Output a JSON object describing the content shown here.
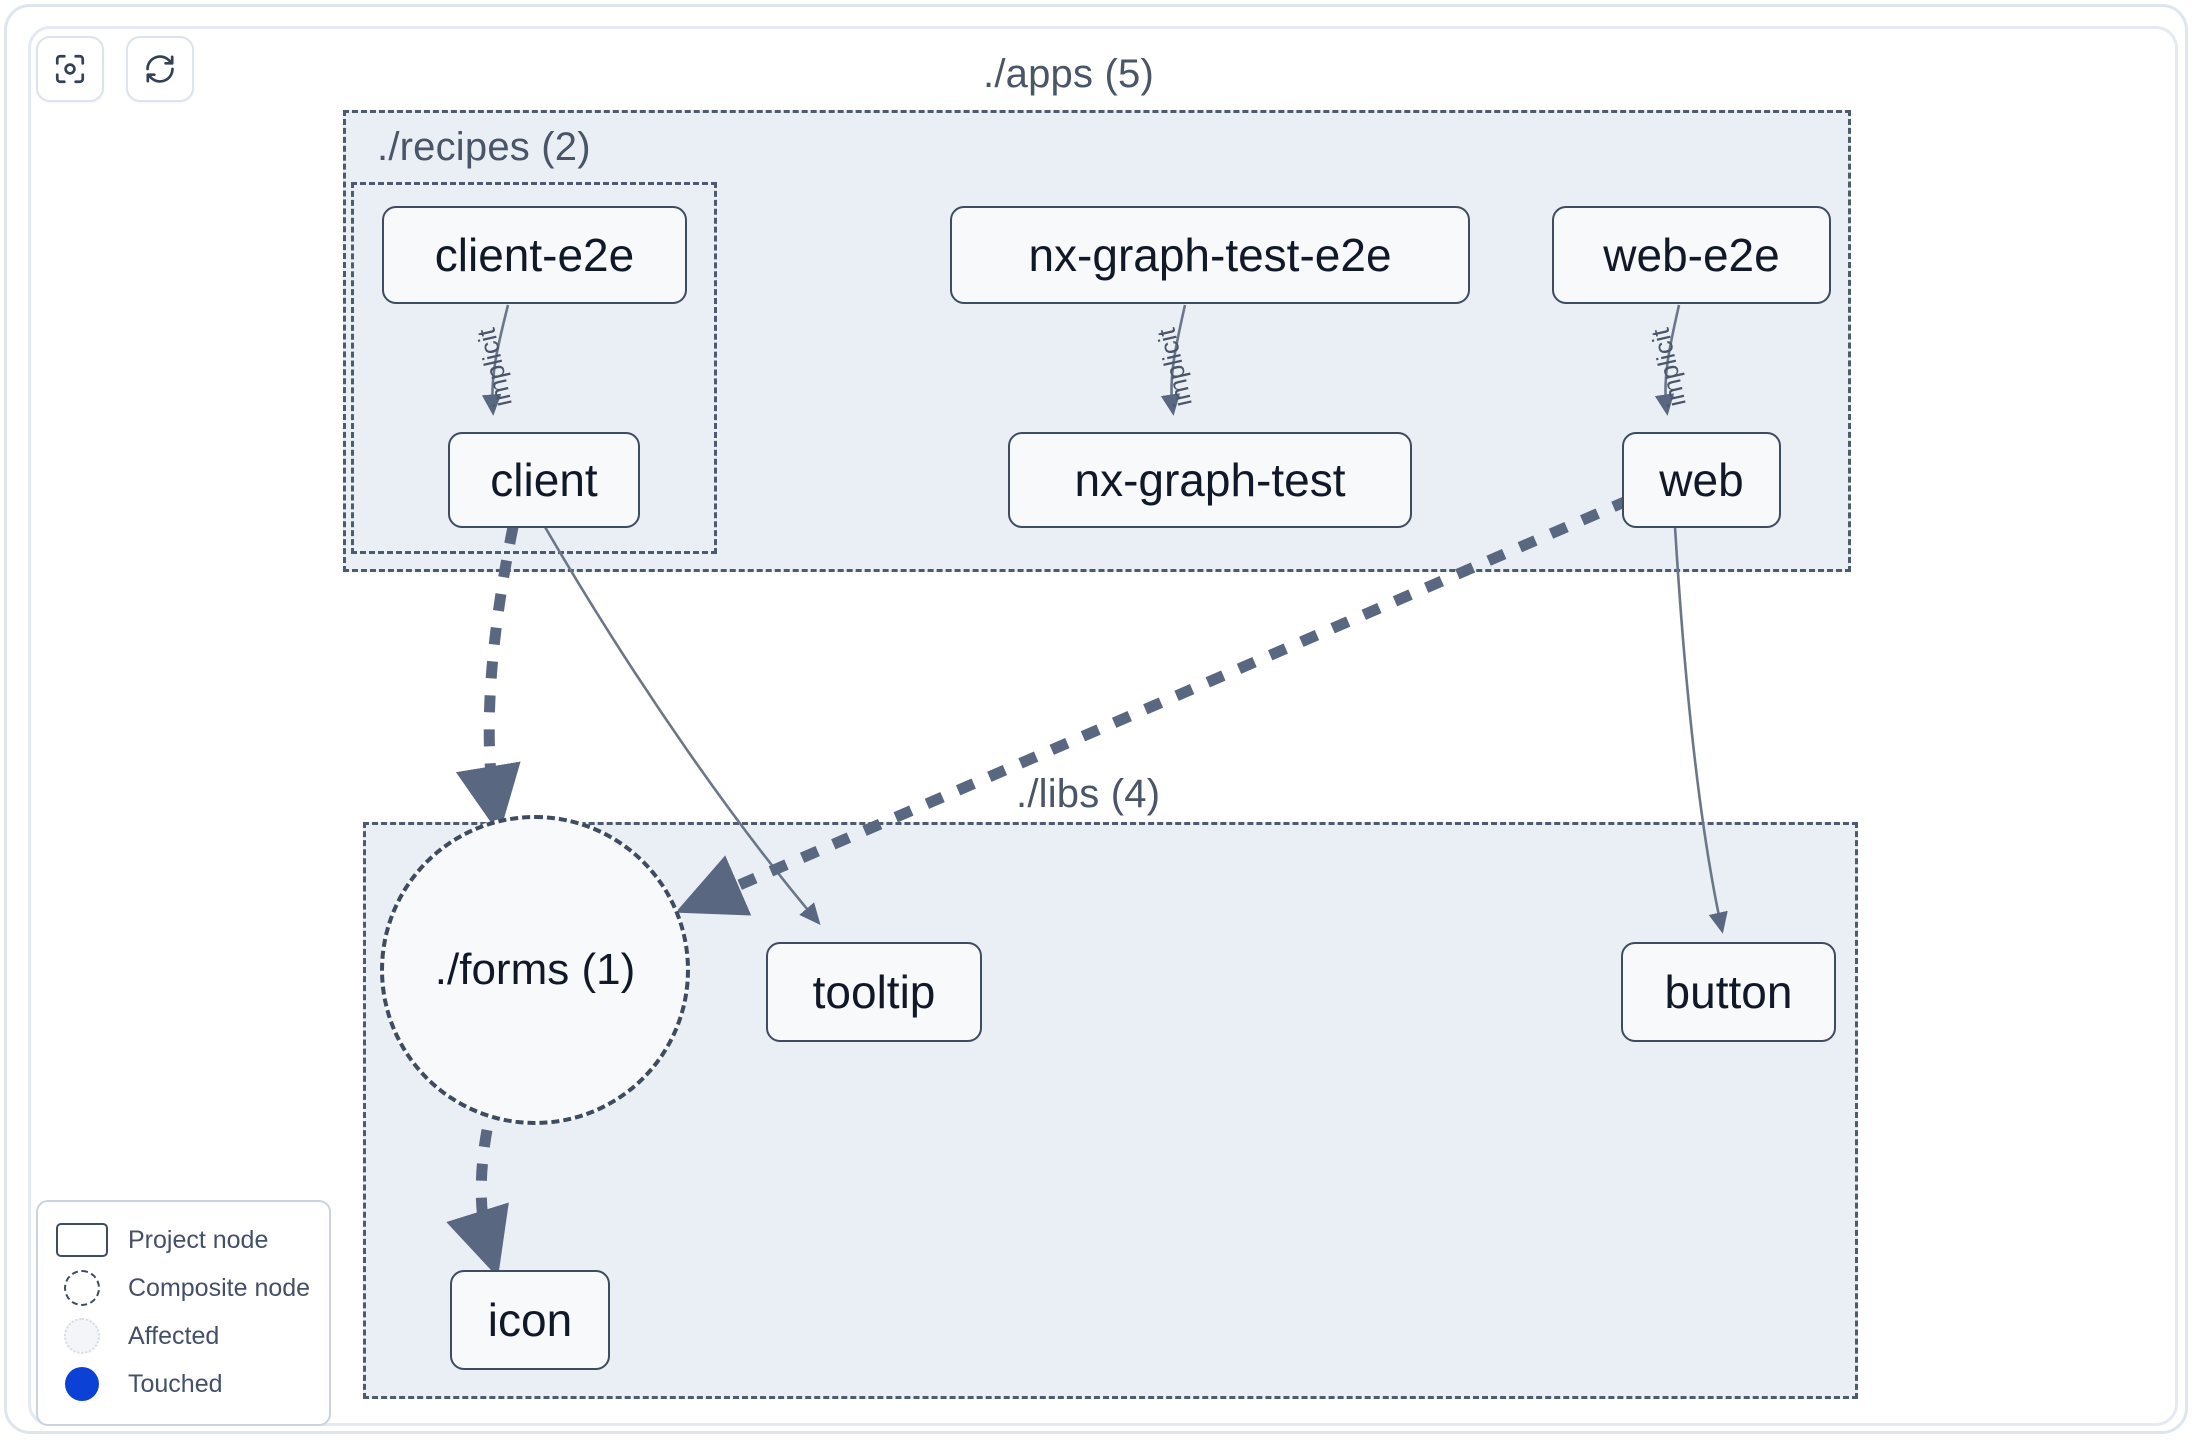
{
  "toolbar": {
    "buttons": [
      {
        "name": "focus-graph-button",
        "icon": "focus-target-icon",
        "title": "Focus graph"
      },
      {
        "name": "refresh-graph-button",
        "icon": "refresh-icon",
        "title": "Refresh graph"
      }
    ]
  },
  "graph": {
    "groups": [
      {
        "id": "apps",
        "label": "./apps (5)"
      },
      {
        "id": "recipes",
        "label": "./recipes (2)"
      },
      {
        "id": "libs",
        "label": "./libs (4)"
      }
    ],
    "nodes": [
      {
        "id": "client-e2e",
        "label": "client-e2e",
        "type": "project",
        "group": "recipes"
      },
      {
        "id": "client",
        "label": "client",
        "type": "project",
        "group": "recipes"
      },
      {
        "id": "nx-graph-test-e2e",
        "label": "nx-graph-test-e2e",
        "type": "project",
        "group": "apps"
      },
      {
        "id": "nx-graph-test",
        "label": "nx-graph-test",
        "type": "project",
        "group": "apps"
      },
      {
        "id": "web-e2e",
        "label": "web-e2e",
        "type": "project",
        "group": "apps"
      },
      {
        "id": "web",
        "label": "web",
        "type": "project",
        "group": "apps"
      },
      {
        "id": "forms",
        "label": "./forms (1)",
        "type": "composite",
        "group": "libs"
      },
      {
        "id": "tooltip",
        "label": "tooltip",
        "type": "project",
        "group": "libs"
      },
      {
        "id": "button",
        "label": "button",
        "type": "project",
        "group": "libs"
      },
      {
        "id": "icon",
        "label": "icon",
        "type": "project",
        "group": "libs"
      }
    ],
    "edges": [
      {
        "from": "client-e2e",
        "to": "client",
        "label": "implicit",
        "style": "solid"
      },
      {
        "from": "nx-graph-test-e2e",
        "to": "nx-graph-test",
        "label": "implicit",
        "style": "solid"
      },
      {
        "from": "web-e2e",
        "to": "web",
        "label": "implicit",
        "style": "solid"
      },
      {
        "from": "client",
        "to": "forms",
        "label": "",
        "style": "dashed-thick"
      },
      {
        "from": "client",
        "to": "tooltip",
        "label": "",
        "style": "solid"
      },
      {
        "from": "web",
        "to": "forms",
        "label": "",
        "style": "dashed-thick"
      },
      {
        "from": "web",
        "to": "button",
        "label": "",
        "style": "solid"
      },
      {
        "from": "forms",
        "to": "icon",
        "label": "",
        "style": "dashed-thick"
      }
    ]
  },
  "legend": {
    "items": [
      {
        "label": "Project node",
        "swatch": "project-node-swatch"
      },
      {
        "label": "Composite node",
        "swatch": "composite-node-swatch"
      },
      {
        "label": "Affected",
        "swatch": "affected-swatch"
      },
      {
        "label": "Touched",
        "swatch": "touched-swatch"
      }
    ]
  },
  "colors": {
    "node_border": "#3f4b5e",
    "node_fill": "#f7f9fb",
    "group_fill": "#eaeff5",
    "group_border": "#4e5a6e",
    "edge": "#5a6781",
    "touched": "#0b41d4",
    "text": "#111827",
    "muted_text": "#4a5568",
    "page_bg": "#ffffff"
  }
}
